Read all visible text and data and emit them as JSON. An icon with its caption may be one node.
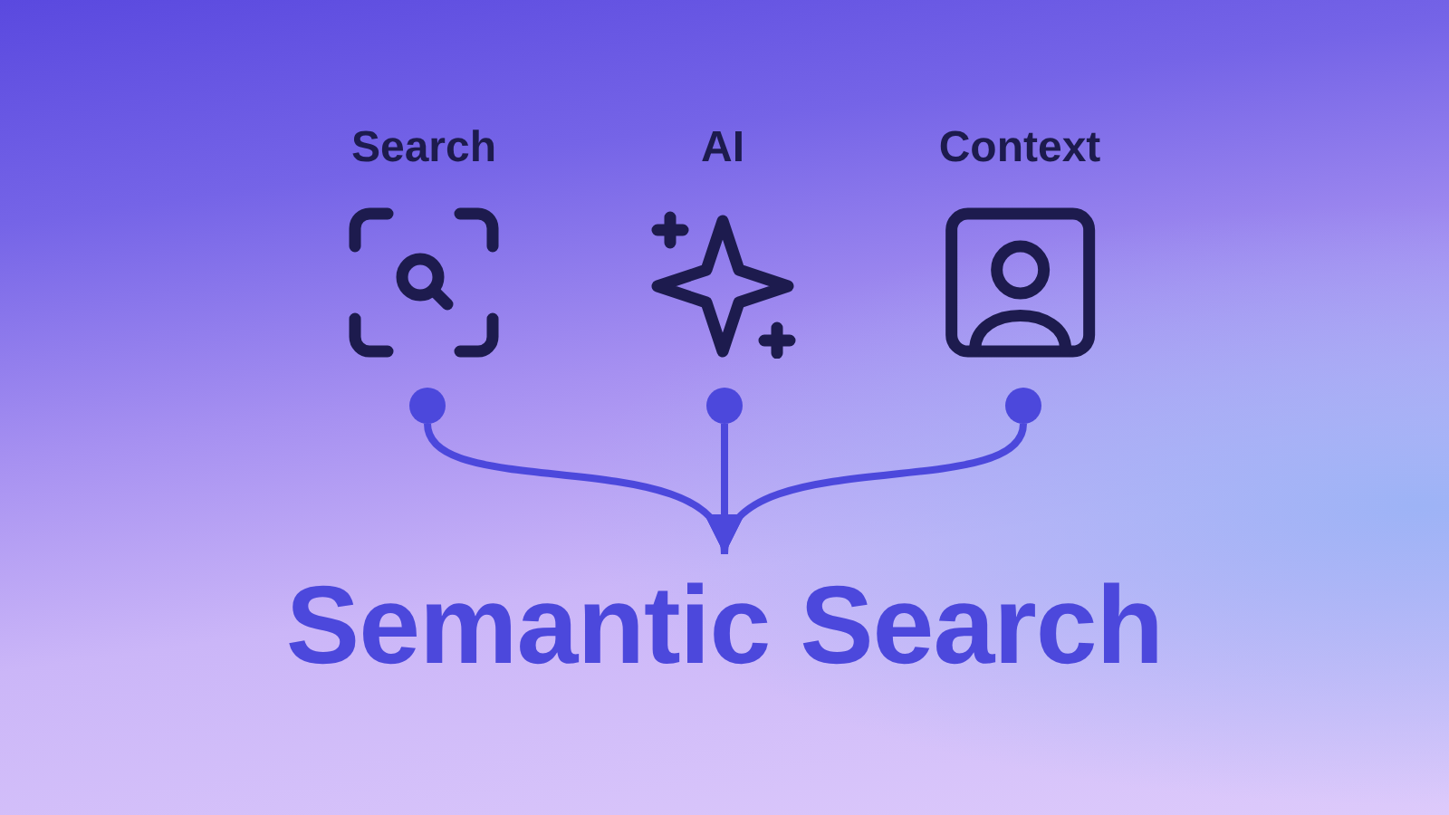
{
  "diagram": {
    "nodes": [
      {
        "text": [
          "Search"
        ]
      },
      {
        "text": [
          "AI"
        ]
      },
      {
        "text": [
          "Context"
        ]
      },
      {
        "text": [],
        "shape": "circle"
      },
      {
        "text": [],
        "shape": "circle"
      },
      {
        "text": [],
        "shape": "circle"
      },
      {
        "text": [
          "Semantic Search"
        ]
      }
    ],
    "edges": [
      {
        "from": 3,
        "to": 6,
        "arrow": "to"
      },
      {
        "from": 4,
        "to": 6,
        "arrow": "to"
      },
      {
        "from": 5,
        "to": 6,
        "arrow": "to"
      }
    ]
  }
}
